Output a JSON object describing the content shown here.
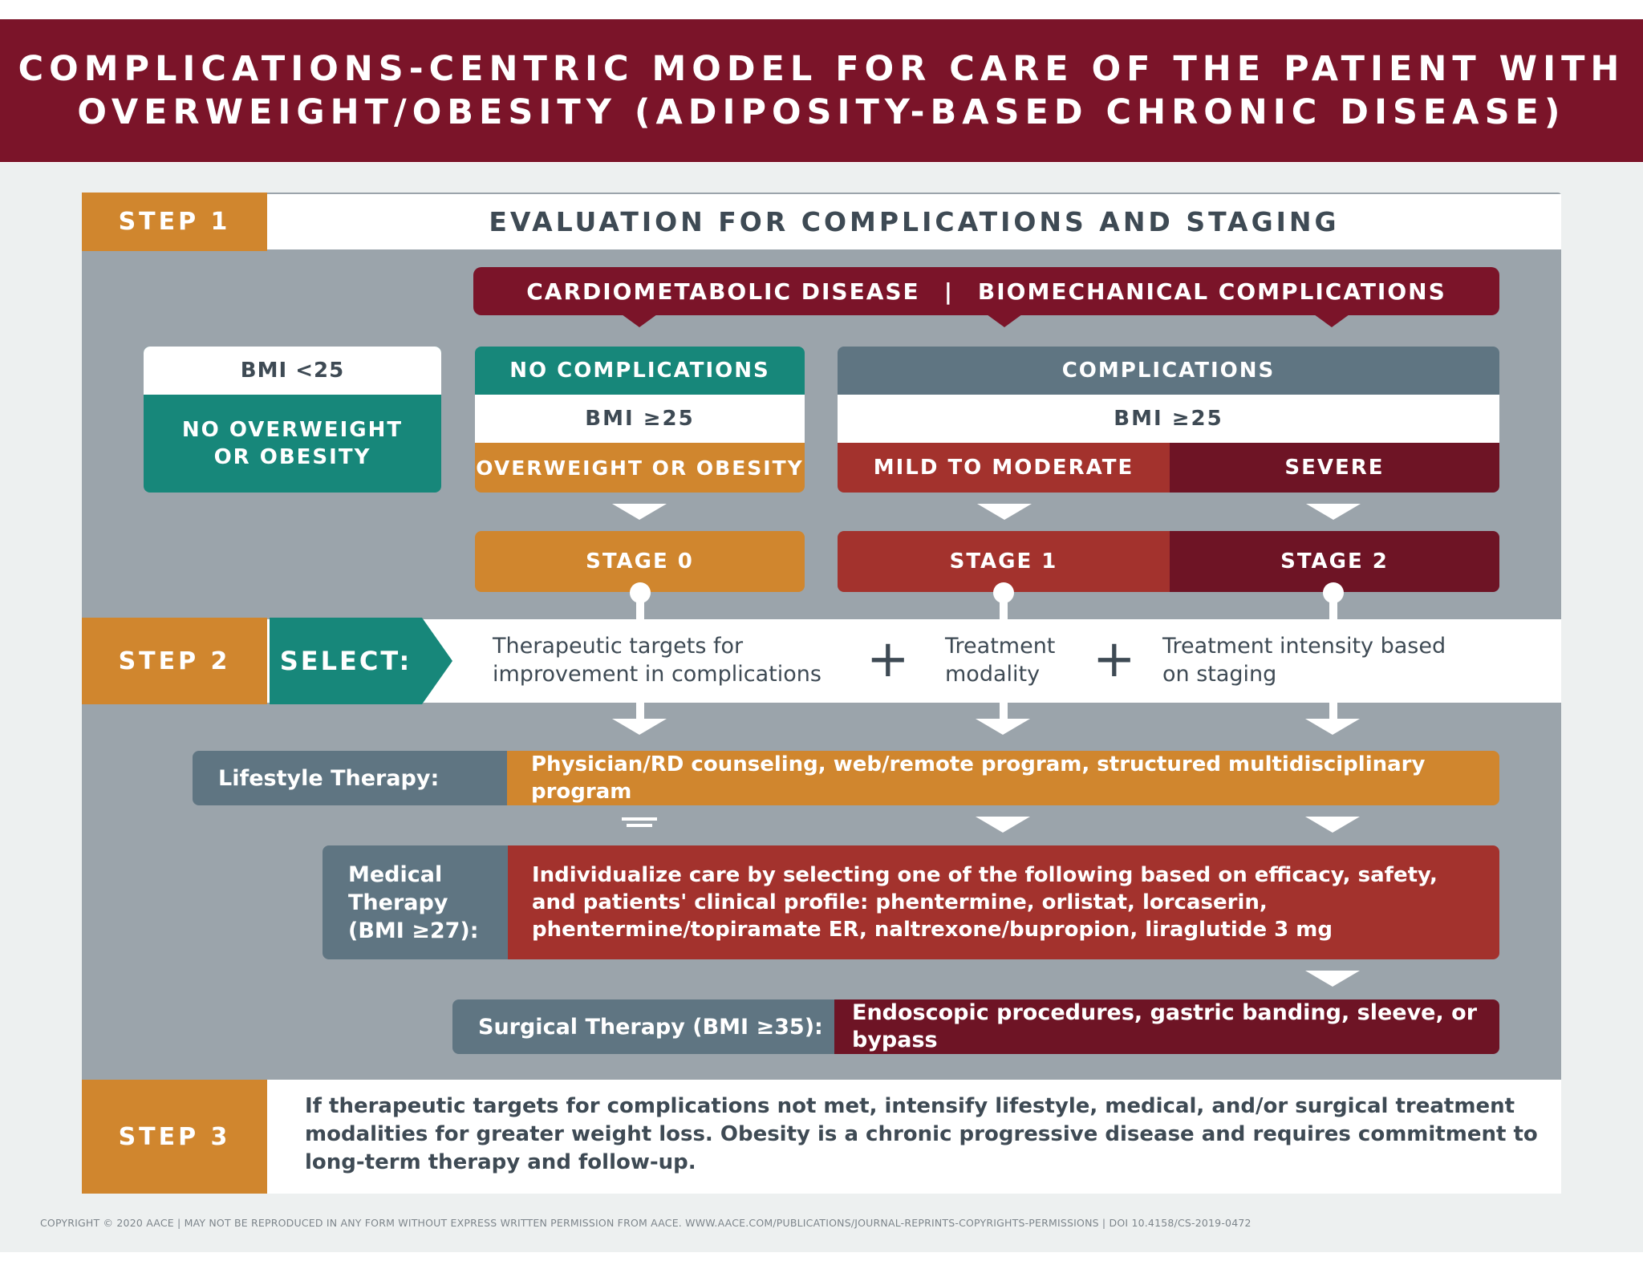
{
  "title": {
    "line1": "COMPLICATIONS-CENTRIC MODEL FOR CARE OF THE PATIENT WITH",
    "line2": "OVERWEIGHT/OBESITY (ADIPOSITY-BASED CHRONIC DISEASE)"
  },
  "step1": {
    "tab": "STEP 1",
    "header": "EVALUATION FOR COMPLICATIONS AND STAGING",
    "banner": {
      "left": "CARDIOMETABOLIC DISEASE",
      "divider": "|",
      "right": "BIOMECHANICAL COMPLICATIONS"
    },
    "bmi_lt25": {
      "top": "BMI <25",
      "bottom_line1": "NO OVERWEIGHT",
      "bottom_line2": "OR OBESITY"
    },
    "no_complications": {
      "header": "NO COMPLICATIONS",
      "bmi": "BMI ≥25",
      "class": "OVERWEIGHT OR OBESITY",
      "stage": "STAGE 0"
    },
    "complications": {
      "header": "COMPLICATIONS",
      "bmi": "BMI ≥25",
      "mild": "MILD TO MODERATE",
      "severe": "SEVERE",
      "stage1": "STAGE 1",
      "stage2": "STAGE 2"
    }
  },
  "step2": {
    "tab": "STEP 2",
    "select": "SELECT:",
    "item1_line1": "Therapeutic targets for",
    "item1_line2": "improvement in complications",
    "plus": "+",
    "item2_line1": "Treatment",
    "item2_line2": "modality",
    "item3_line1": "Treatment intensity based",
    "item3_line2": "on staging",
    "lifestyle": {
      "label": "Lifestyle Therapy:",
      "text": "Physician/RD counseling, web/remote program, structured multidisciplinary program"
    },
    "medical": {
      "label_line1": "Medical",
      "label_line2": "Therapy",
      "label_line3": "(BMI ≥27):",
      "text_line1": "Individualize care by selecting one of the following based on efficacy, safety,",
      "text_line2": "and patients' clinical profile: phentermine, orlistat, lorcaserin,",
      "text_line3": "phentermine/topiramate ER, naltrexone/bupropion, liraglutide 3 mg"
    },
    "surgical": {
      "label": "Surgical Therapy (BMI ≥35):",
      "text": "Endoscopic procedures, gastric banding, sleeve, or bypass"
    }
  },
  "step3": {
    "tab": "STEP 3",
    "line1": "If therapeutic targets for complications not met, intensify lifestyle, medical, and/or surgical treatment",
    "line2": "modalities for greater weight loss. Obesity is a chronic progressive disease and requires commitment to",
    "line3": "long-term therapy and follow-up."
  },
  "copyright": "COPYRIGHT © 2020 AACE | MAY NOT BE REPRODUCED IN ANY FORM WITHOUT EXPRESS WRITTEN PERMISSION FROM AACE. WWW.AACE.COM/PUBLICATIONS/JOURNAL-REPRINTS-COPYRIGHTS-PERMISSIONS | DOI 10.4158/CS-2019-0472",
  "colors": {
    "maroon": "#7b1429",
    "orange": "#d0862e",
    "teal": "#17877a",
    "slate": "#5f7582",
    "red": "#a3322d",
    "dark_maroon": "#6e1425",
    "panel_gray": "#9ba4ab"
  }
}
